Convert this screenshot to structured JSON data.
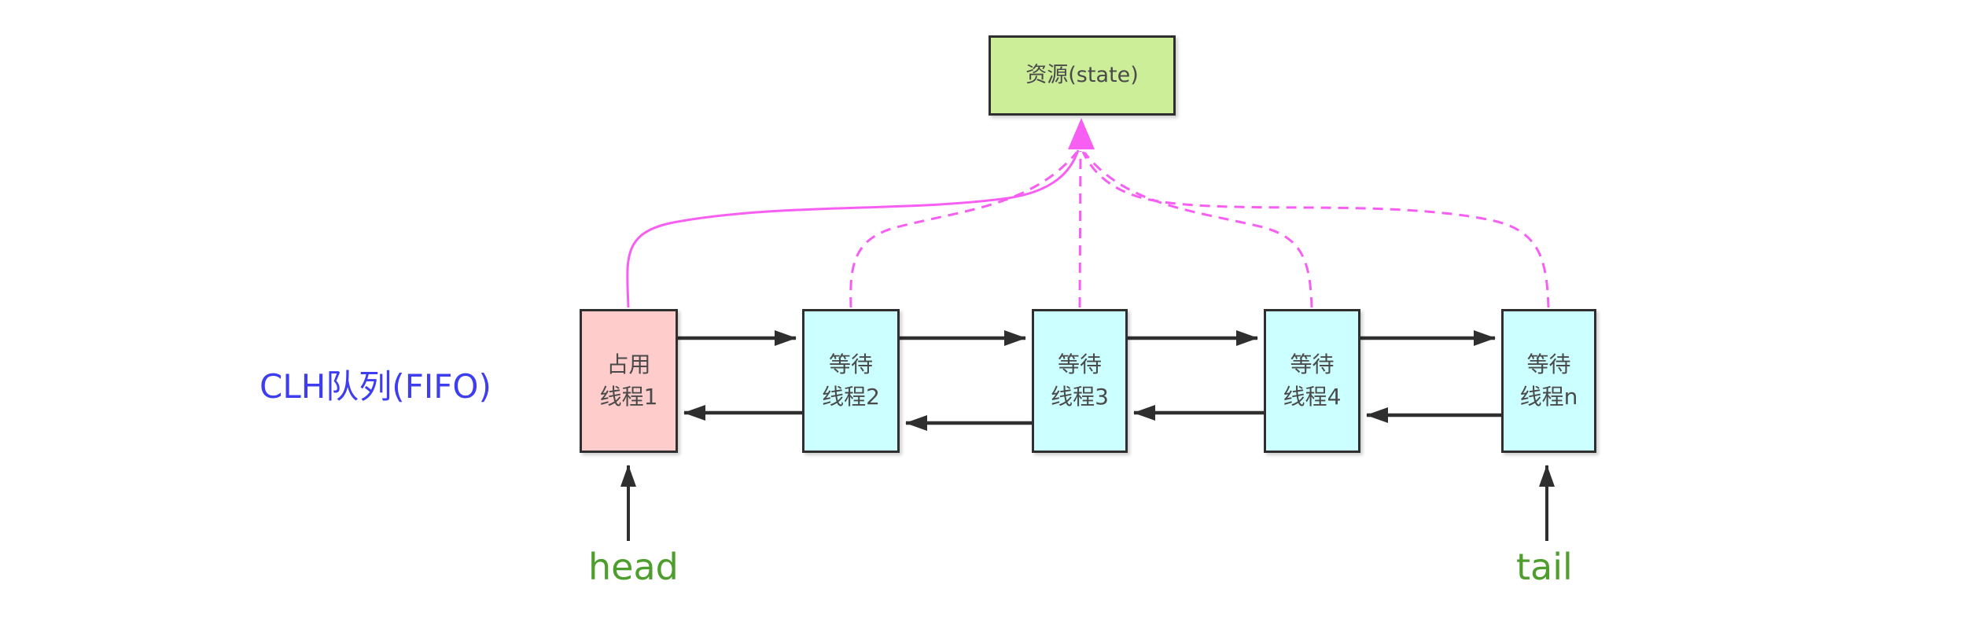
{
  "diagram": {
    "type": "clh-queue-aqs-diagram",
    "queue_label": {
      "text": "CLH队列(FIFO)",
      "color": "#3e3ef0"
    },
    "resource_box": {
      "label": "资源(state)",
      "fill": "#ccee99",
      "border": "#2f2f2f"
    },
    "pointers": {
      "head": "head",
      "tail": "tail",
      "color": "#4e9e2d"
    },
    "nodes": [
      {
        "line1": "占用",
        "line2": "线程1",
        "role": "occupying",
        "fill": "#ffcccc"
      },
      {
        "line1": "等待",
        "line2": "线程2",
        "role": "waiting",
        "fill": "#ccffff"
      },
      {
        "line1": "等待",
        "line2": "线程3",
        "role": "waiting",
        "fill": "#ccffff"
      },
      {
        "line1": "等待",
        "line2": "线程4",
        "role": "waiting",
        "fill": "#ccffff"
      },
      {
        "line1": "等待",
        "line2": "线程n",
        "role": "waiting",
        "fill": "#ccffff"
      }
    ],
    "edges": {
      "queue_link_color": "#2f2f2f",
      "queue_links": [
        {
          "from": "线程1",
          "to": "线程2",
          "direction": "forward"
        },
        {
          "from": "线程2",
          "to": "线程3",
          "direction": "forward"
        },
        {
          "from": "线程3",
          "to": "线程4",
          "direction": "forward"
        },
        {
          "from": "线程4",
          "to": "线程n",
          "direction": "forward"
        },
        {
          "from": "线程2",
          "to": "线程1",
          "direction": "backward"
        },
        {
          "from": "线程3",
          "to": "线程2",
          "direction": "backward"
        },
        {
          "from": "线程4",
          "to": "线程3",
          "direction": "backward"
        },
        {
          "from": "线程n",
          "to": "线程4",
          "direction": "backward"
        }
      ],
      "resource_link_color": "#f75ef2",
      "resource_links": [
        {
          "from": "线程1",
          "to": "资源(state)",
          "style": "solid"
        },
        {
          "from": "线程2",
          "to": "资源(state)",
          "style": "dashed"
        },
        {
          "from": "线程3",
          "to": "资源(state)",
          "style": "dashed"
        },
        {
          "from": "线程4",
          "to": "资源(state)",
          "style": "dashed"
        },
        {
          "from": "线程n",
          "to": "资源(state)",
          "style": "dashed"
        }
      ]
    }
  }
}
